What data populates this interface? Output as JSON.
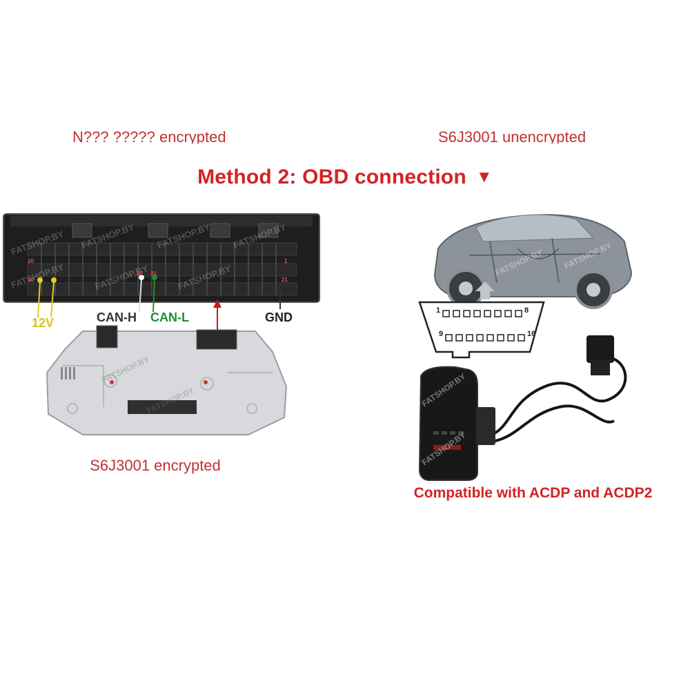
{
  "cut_captions": {
    "left_partial": "N??? ????? encrypted",
    "right_partial": "S6J3001 unencrypted"
  },
  "title": {
    "text": "Method 2: OBD connection",
    "arrow": "▼"
  },
  "pin_labels": {
    "v12": "12V",
    "can_h": "CAN-H",
    "can_l": "CAN-L",
    "gnd": "GND"
  },
  "connector_pins": {
    "p20": "20",
    "p40": "40",
    "p32": "32",
    "p31": "31",
    "p1": "1",
    "p21": "21"
  },
  "obd_pins": {
    "top_start": "1",
    "top_end": "8",
    "bottom_start": "9",
    "bottom_end": "16"
  },
  "watermark": "FATSHOP.BY",
  "captions": {
    "left": "S6J3001 encrypted",
    "right": "Compatible with ACDP and ACDP2"
  },
  "colors": {
    "title_red": "#d32222",
    "caption_red": "#c03030",
    "wire_yellow": "#e3cf1c",
    "wire_white": "#ffffff",
    "wire_green": "#1f8f2a",
    "wire_red": "#c61a1a"
  }
}
